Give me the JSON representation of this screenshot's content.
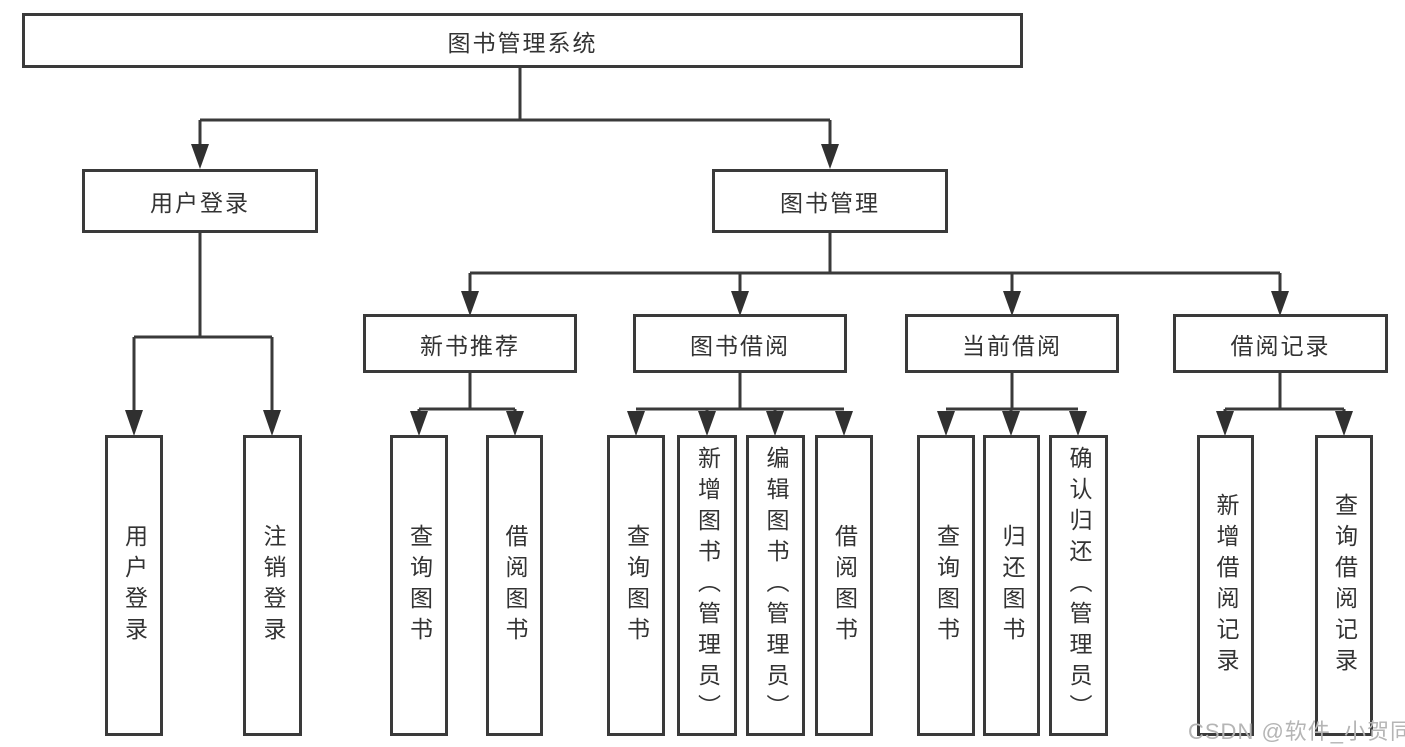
{
  "tree": {
    "label": "图书管理系统",
    "children": [
      {
        "label": "用户登录",
        "children": [
          {
            "label": "用户登录"
          },
          {
            "label": "注销登录"
          }
        ]
      },
      {
        "label": "图书管理",
        "children": [
          {
            "label": "新书推荐",
            "children": [
              {
                "label": "查询图书"
              },
              {
                "label": "借阅图书"
              }
            ]
          },
          {
            "label": "图书借阅",
            "children": [
              {
                "label": "查询图书"
              },
              {
                "label": "新增图书（管理员）"
              },
              {
                "label": "编辑图书（管理员）"
              },
              {
                "label": "借阅图书"
              }
            ]
          },
          {
            "label": "当前借阅",
            "children": [
              {
                "label": "查询图书"
              },
              {
                "label": "归还图书"
              },
              {
                "label": "确认归还（管理员）"
              }
            ]
          },
          {
            "label": "借阅记录",
            "children": [
              {
                "label": "新增借阅记录"
              },
              {
                "label": "查询借阅记录"
              }
            ]
          }
        ]
      }
    ]
  },
  "watermark": {
    "text": "CSDN @软件_小贺同学"
  },
  "colors": {
    "line": "#3a3a3a",
    "arrow_fill": "#303030",
    "box_text": "#333333",
    "box_background": "#ffffff",
    "watermark_text": "#b5b5b5"
  }
}
